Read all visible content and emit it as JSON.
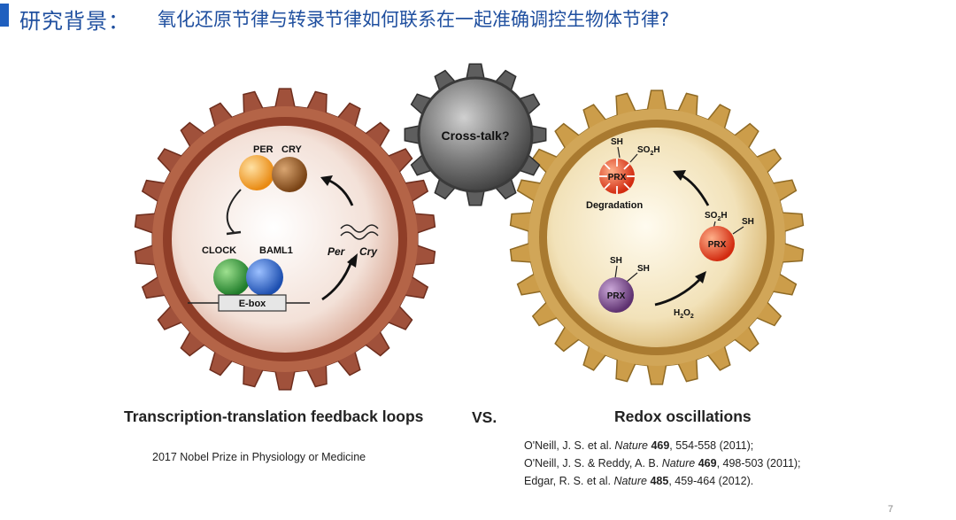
{
  "header": {
    "label": "研究背景：",
    "text": "氧化还原节律与转录节律如何联系在一起准确调控生物体节律?"
  },
  "left_gear": {
    "per": "PER",
    "cry": "CRY",
    "clock": "CLOCK",
    "baml1": "BAML1",
    "ebox": "E-box",
    "per_gene": "Per",
    "cry_gene": "Cry"
  },
  "center_gear": {
    "label": "Cross-talk?"
  },
  "right_gear": {
    "sh_top": "SH",
    "so2h_top": "SO",
    "so2h_top_sub": "2",
    "so2h_top_tail": "H",
    "prx_top": "PRX",
    "degradation": "Degradation",
    "so2h_right": "SO",
    "so2h_right_sub": "2",
    "so2h_right_tail": "H",
    "sh_right": "SH",
    "prx_right": "PRX",
    "sh_bottom_1": "SH",
    "sh_bottom_2": "SH",
    "prx_bottom": "PRX",
    "h2o2": "H",
    "h2o2_sub1": "2",
    "h2o2_mid": "O",
    "h2o2_sub2": "2"
  },
  "captions": {
    "left": "Transcription-translation feedback loops",
    "vs": "VS.",
    "right": "Redox oscillations",
    "nobel": "2017 Nobel Prize in Physiology or Medicine"
  },
  "references": [
    {
      "pre": "O'Neill, J. S. et al. ",
      "journal": "Nature",
      "volume": "469",
      "post": ", 554-558 (2011);"
    },
    {
      "pre": "O'Neill, J. S. & Reddy, A. B. ",
      "journal": "Nature",
      "volume": "469",
      "post": ", 498-503 (2011);"
    },
    {
      "pre": "Edgar, R. S. et al. ",
      "journal": "Nature",
      "volume": "485",
      "post": ", 459-464 (2012)."
    }
  ],
  "page_number": "7",
  "colors": {
    "title_blue": "#1f4f9f",
    "left_gear_outer": "#9c4a36",
    "left_gear_inner": "#f4e6df",
    "right_gear_outer": "#c99a45",
    "right_gear_inner": "#f4e7c8",
    "center_gear": "#6d6d6d",
    "per_orange": "#f29b1f",
    "cry_brown": "#8a5322",
    "clock_green": "#2f9a3a",
    "bmal_blue": "#2b63c7",
    "prx_red": "#e23a1c",
    "prx_purple": "#7a4a8c"
  }
}
